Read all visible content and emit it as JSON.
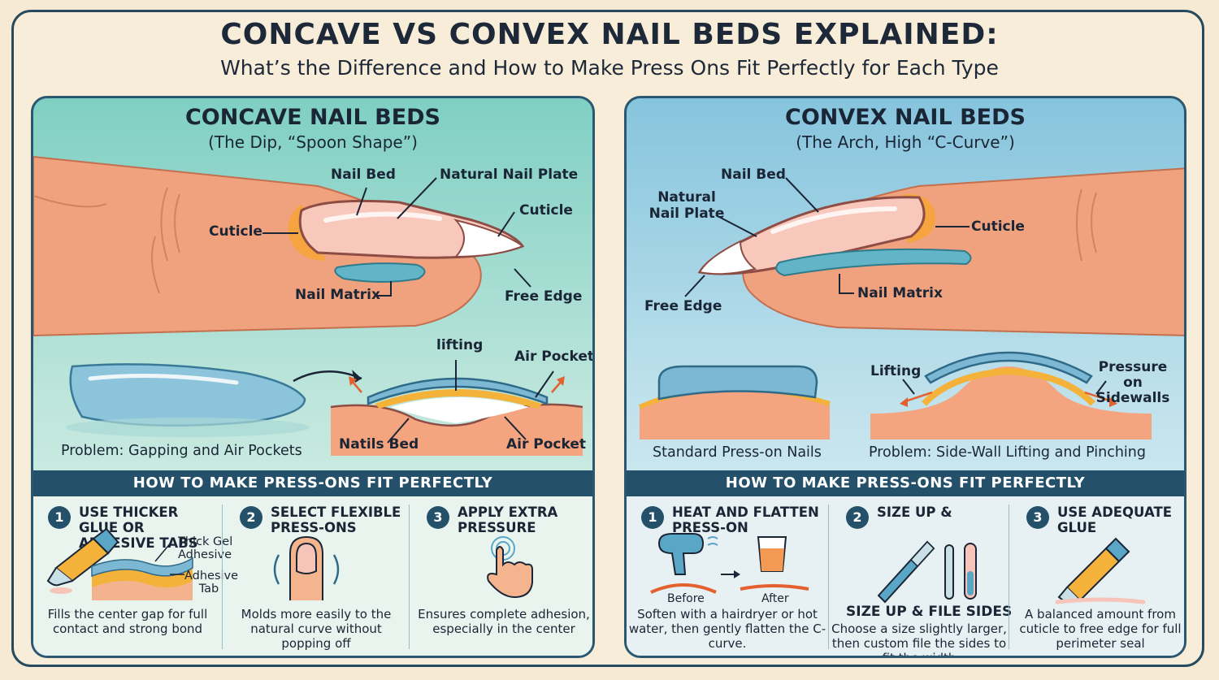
{
  "header": {
    "title": "CONCAVE VS CONVEX NAIL BEDS EXPLAINED:",
    "subtitle": "What’s the Difference and How to Make Press Ons Fit Perfectly for Each Type"
  },
  "concave": {
    "title": "CONCAVE NAIL BEDS",
    "subtitle": "(The Dip, “Spoon Shape”)",
    "anatomy": {
      "nail_bed": "Nail Bed",
      "nail_plate": "Natural Nail Plate",
      "cuticle_left": "Cuticle",
      "cuticle_right": "Cuticle",
      "matrix": "Nail Matrix",
      "free_edge": "Free Edge"
    },
    "problem_caption": "Problem: Gapping and Air Pockets",
    "cross_section": {
      "lifting": "lifting",
      "air_pocket_top": "Air Pocket",
      "bed": "Natils Bed",
      "air_pocket_bottom": "Air Pocket"
    },
    "fit_header": "HOW TO MAKE PRESS-ONS FIT PERFECTLY",
    "tips": [
      {
        "num": "1",
        "title": "USE THICKER GLUE OR ADHESIVE TABS",
        "label_a": "Thick Gel Adhesive",
        "label_b": "Adhesive Tab",
        "desc": "Fills the center gap for full contact and strong bond"
      },
      {
        "num": "2",
        "title": "SELECT FLEXIBLE PRESS-ONS",
        "desc": "Molds more easily to the natural curve without popping off"
      },
      {
        "num": "3",
        "title": "APPLY EXTRA PRESSURE",
        "desc": "Ensures complete adhesion, especially in the center"
      }
    ]
  },
  "convex": {
    "title": "CONVEX NAIL BEDS",
    "subtitle": "(The Arch, High “C-Curve”)",
    "anatomy": {
      "nail_bed": "Nail Bed",
      "nail_plate": "Natural Nail Plate",
      "cuticle": "Cuticle",
      "matrix": "Nail Matrix",
      "free_edge": "Free Edge"
    },
    "standard_caption": "Standard Press-on Nails",
    "problem_caption": "Problem: Side-Wall Lifting and Pinching",
    "cross_section": {
      "lifting": "Lifting",
      "pressure": "Pressure on Sidewalls"
    },
    "fit_header": "HOW TO MAKE PRESS-ONS FIT PERFECTLY",
    "tips": [
      {
        "num": "1",
        "title": "HEAT AND FLATTEN PRESS-ON",
        "before": "Before",
        "after": "After",
        "desc": "Soften with a hairdryer or hot water, then gently flatten the C-curve."
      },
      {
        "num": "2",
        "title": "SIZE UP &",
        "subtitle": "SIZE UP & FILE SIDES",
        "desc": "Choose a size slightly larger, then custom file the sides to fit the width"
      },
      {
        "num": "3",
        "title": "USE ADEQUATE GLUE",
        "desc": "A balanced amount from cuticle to free edge for full perimeter seal"
      }
    ]
  },
  "colors": {
    "navy": "#24506a",
    "skin": "#f2a07c",
    "nail_pink": "#f6c4b8",
    "gel_blue": "#78b8d4",
    "glue_orange": "#f5b23b"
  }
}
